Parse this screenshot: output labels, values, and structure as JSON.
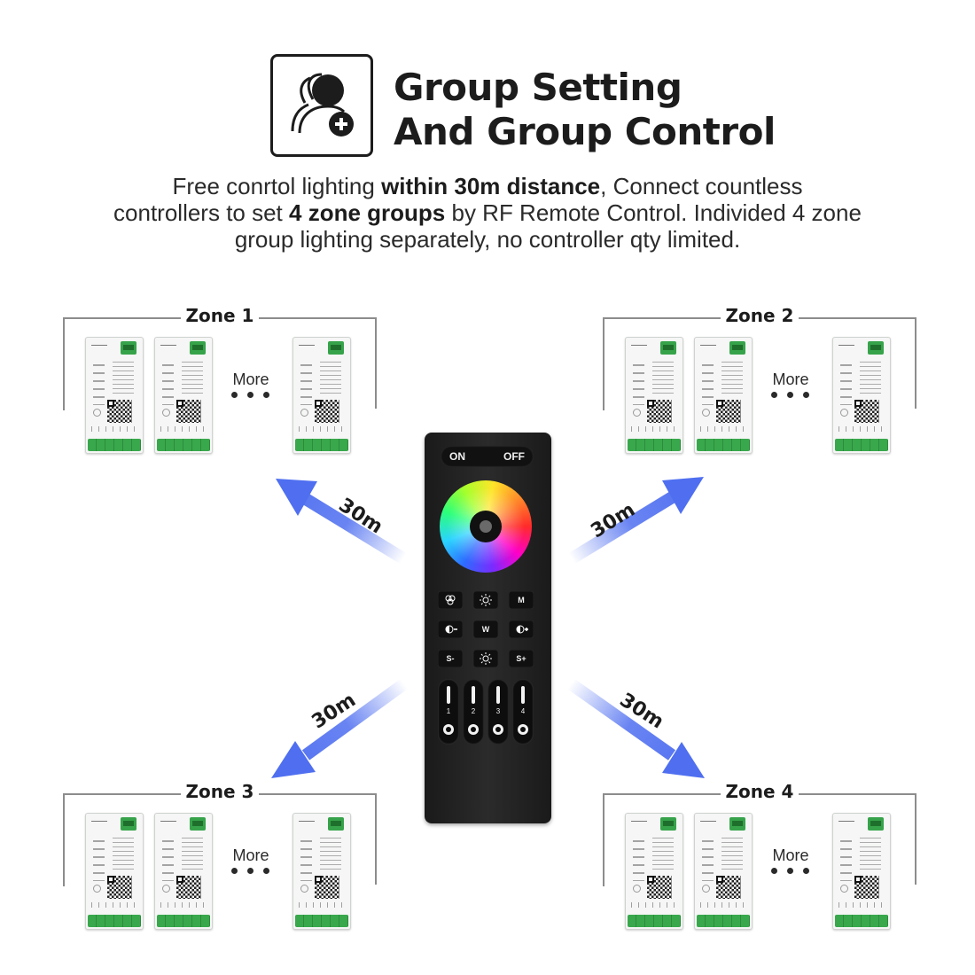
{
  "header": {
    "icon": "group-add-icon",
    "title_line1": "Group Setting",
    "title_line2": "And Group Control",
    "desc": {
      "l1_a": "Free conrtol lighting ",
      "l1_b": "within 30m distance",
      "l1_c": ", Connect countless",
      "l2_a": "controllers to set ",
      "l2_b": "4 zone groups",
      "l2_c": " by RF Remote Control. Individed 4 zone",
      "l3": "group lighting separately, no controller qty limited."
    }
  },
  "zones": [
    {
      "label": "Zone 1",
      "more": "More"
    },
    {
      "label": "Zone 2",
      "more": "More"
    },
    {
      "label": "Zone 3",
      "more": "More"
    },
    {
      "label": "Zone 4",
      "more": "More"
    }
  ],
  "arrows": {
    "color": "#4f6ff0",
    "labels": [
      "30m",
      "30m",
      "30m",
      "30m"
    ]
  },
  "remote": {
    "on": "ON",
    "off": "OFF",
    "buttons": {
      "mode": "M",
      "white": "W",
      "speed_down": "S-",
      "speed_up": "S+"
    },
    "zones": [
      "1",
      "2",
      "3",
      "4"
    ]
  }
}
